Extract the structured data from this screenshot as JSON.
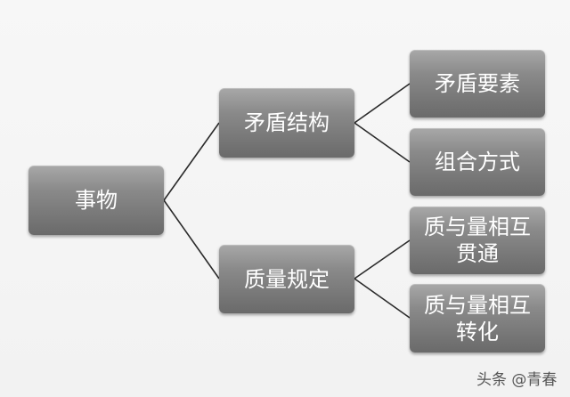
{
  "nodes": {
    "root": "事物",
    "contradiction_structure": "矛盾结构",
    "quality_quantity": "质量规定",
    "contradiction_elements": "矛盾要素",
    "combination_method": "组合方式",
    "interpenetration": {
      "line1": "质与量相互",
      "line2": "贯通"
    },
    "transformation": {
      "line1": "质与量相互",
      "line2": "转化"
    }
  },
  "watermark": "头条 @青春"
}
